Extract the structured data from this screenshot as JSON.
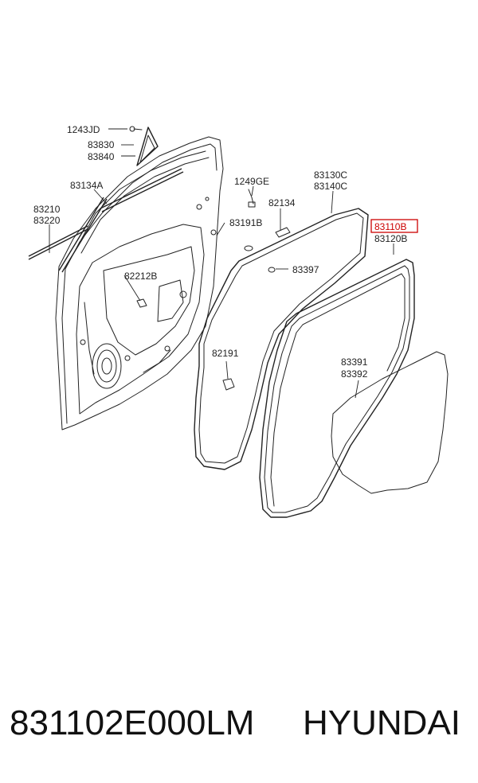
{
  "labels": {
    "l1243JD": "1243JD",
    "l83830": "83830",
    "l83840": "83840",
    "l83134A": "83134A",
    "l83210": "83210",
    "l83220": "83220",
    "l1249GE": "1249GE",
    "l82134": "82134",
    "l83130C": "83130C",
    "l83140C": "83140C",
    "l83110B": "83110B",
    "l83120B": "83120B",
    "l83191B": "83191B",
    "l83397": "83397",
    "l82212B": "82212B",
    "l82191": "82191",
    "l83391": "83391",
    "l83392": "83392"
  },
  "highlight_color": "#cc0000",
  "caption": {
    "part_number": "831102E000LM",
    "brand": "HYUNDAI"
  }
}
